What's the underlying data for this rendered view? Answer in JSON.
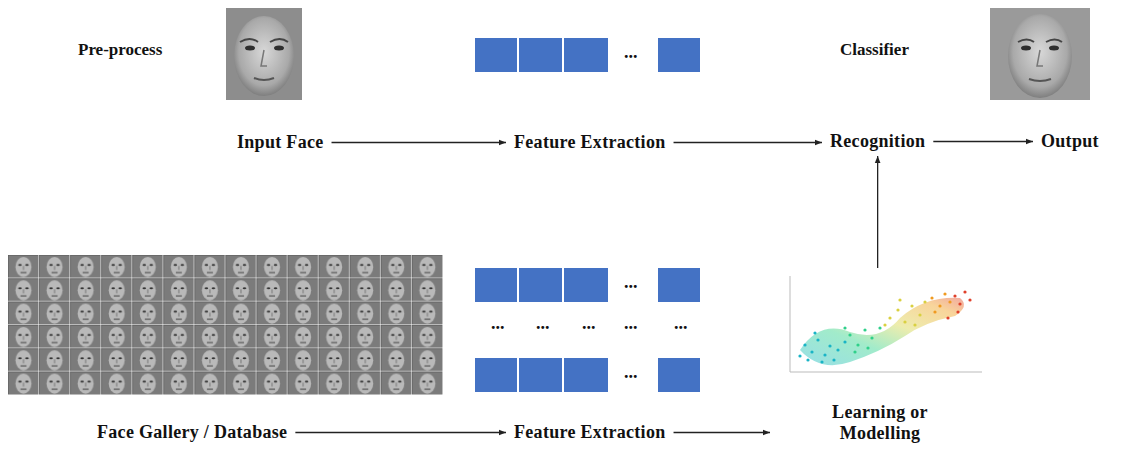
{
  "diagram": {
    "nodes": [
      {
        "text": [
          "Input Face"
        ]
      },
      {
        "text": [
          "Feature Extraction"
        ]
      },
      {
        "text": [
          "Recognition"
        ]
      },
      {
        "text": [
          "Output"
        ]
      },
      {
        "text": [
          "Face Gallery / Database"
        ]
      },
      {
        "text": [
          "Feature Extraction"
        ]
      },
      {
        "text": [
          "Learning or Modelling"
        ]
      }
    ],
    "edges": [
      {
        "from": 0,
        "to": 1,
        "arrow": "to"
      },
      {
        "from": 1,
        "to": 2,
        "arrow": "to"
      },
      {
        "from": 2,
        "to": 3,
        "arrow": "to"
      },
      {
        "from": 4,
        "to": 5,
        "arrow": "to"
      },
      {
        "from": 5,
        "to": 6,
        "arrow": "to"
      },
      {
        "from": 6,
        "to": 2,
        "arrow": "to"
      }
    ],
    "labels": [
      "Pre-process",
      "Classifier",
      "...",
      "...",
      "...",
      "...",
      "...",
      "...",
      "...",
      "..."
    ]
  }
}
